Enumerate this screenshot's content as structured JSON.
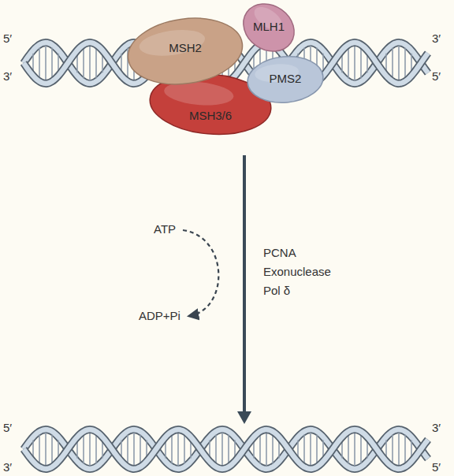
{
  "diagram": {
    "nodes": [
      {
        "text": [
          "MSH2"
        ]
      },
      {
        "text": [
          "MLH1"
        ]
      },
      {
        "text": [
          "PMS2"
        ]
      },
      {
        "text": [
          "MSH3/6"
        ]
      }
    ],
    "labels": [
      "5′",
      "3′",
      "3′",
      "5′",
      "ATP",
      "PCNA",
      "Exonuclease",
      "Pol δ",
      "ADP+Pi",
      "5′",
      "3′",
      "3′",
      "5′"
    ]
  }
}
